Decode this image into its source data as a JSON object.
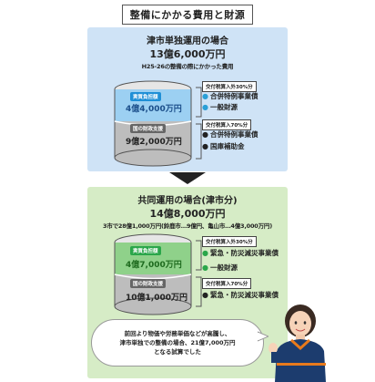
{
  "title": "整備にかかる費用と財源",
  "section1": {
    "heading": "津市単独運用の場合",
    "total": "13億6,000万円",
    "note": "H25-26の整備の際にかかった費用",
    "upper_tag": "実質負担額",
    "upper_amount": "4億4,000万円",
    "lower_tag": "国の財政支援",
    "lower_amount": "9億2,000万円",
    "right_upper_box": "交付税算入外30%分",
    "right_upper_items": [
      "合併特例事業債",
      "一般財源"
    ],
    "right_lower_box": "交付税算入70%分",
    "right_lower_items": [
      "合併特例事業債",
      "国庫補助金"
    ]
  },
  "section2": {
    "heading": "共同運用の場合(津市分)",
    "total": "14億8,000万円",
    "note": "3市で28億1,000万円(鈴鹿市…9億円、亀山市…4億3,000万円)",
    "upper_tag": "実質負担額",
    "upper_amount": "4億7,000万円",
    "lower_tag": "国の財政支援",
    "lower_amount": "10億1,000万円",
    "right_upper_box": "交付税算入外30%分",
    "right_upper_items": [
      "緊急・防災減災事業債",
      "一般財源"
    ],
    "right_lower_box": "交付税算入70%分",
    "right_lower_items": [
      "緊急・防災減災事業債"
    ]
  },
  "speech": {
    "lines": [
      "前回より物価や労務単価などが高騰し、",
      "津市単独での整備の場合、21億7,000万円",
      "となる試算でした"
    ]
  },
  "colors": {
    "blue_panel": "#cfe3f6",
    "green_panel": "#d6ecc6",
    "accent_blue": "#1f8fd6",
    "accent_green": "#2aa64a"
  }
}
